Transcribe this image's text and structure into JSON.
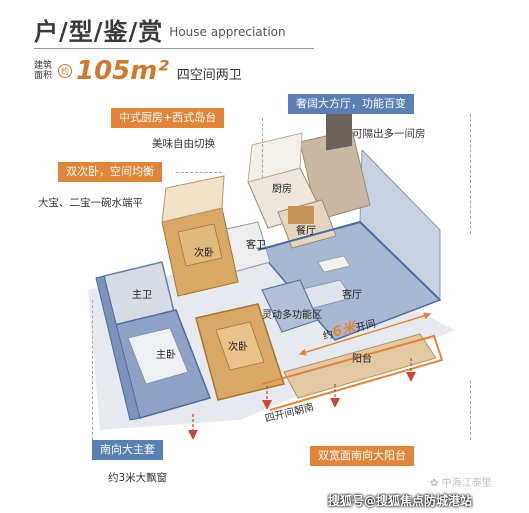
{
  "title": {
    "main": "户/型/鉴/赏",
    "sub": "House appreciation"
  },
  "area": {
    "label_line1": "建筑",
    "label_line2": "面积",
    "about": "约",
    "value": "105m²",
    "desc": "四空间两卫"
  },
  "tags": {
    "kitchen": "中式厨房+西式岛台",
    "kitchen_note": "美味自由切换",
    "bedrooms": "双次卧，空间均衡",
    "bedrooms_note": "大宝、二宝一碗水端平",
    "living": "奢阔大方厅，功能百变",
    "living_note": "可隔出多一间房",
    "master": "南向大主套",
    "master_note": "约3米大飘窗",
    "balcony": "双宽面南向大阳台"
  },
  "rooms": {
    "kitchen": "厨房",
    "dining": "餐厅",
    "second_bed_top": "次卧",
    "guest_bath": "客卫",
    "master_bath": "主卫",
    "living": "客厅",
    "multi": "灵动多功能区",
    "master_bed": "主卧",
    "second_bed_bottom": "次卧",
    "balcony": "阳台",
    "width_prefix": "约",
    "width_num": "6米",
    "width_suffix": "开间",
    "south": "四开间朝南"
  },
  "watermark": "中海江泰里",
  "footer": "搜狐号@搜狐焦点防城港站",
  "colors": {
    "orange": "#e0853a",
    "blue": "#5a7fb5",
    "wood": "#d9a766",
    "slate": "#8a9fc2"
  }
}
